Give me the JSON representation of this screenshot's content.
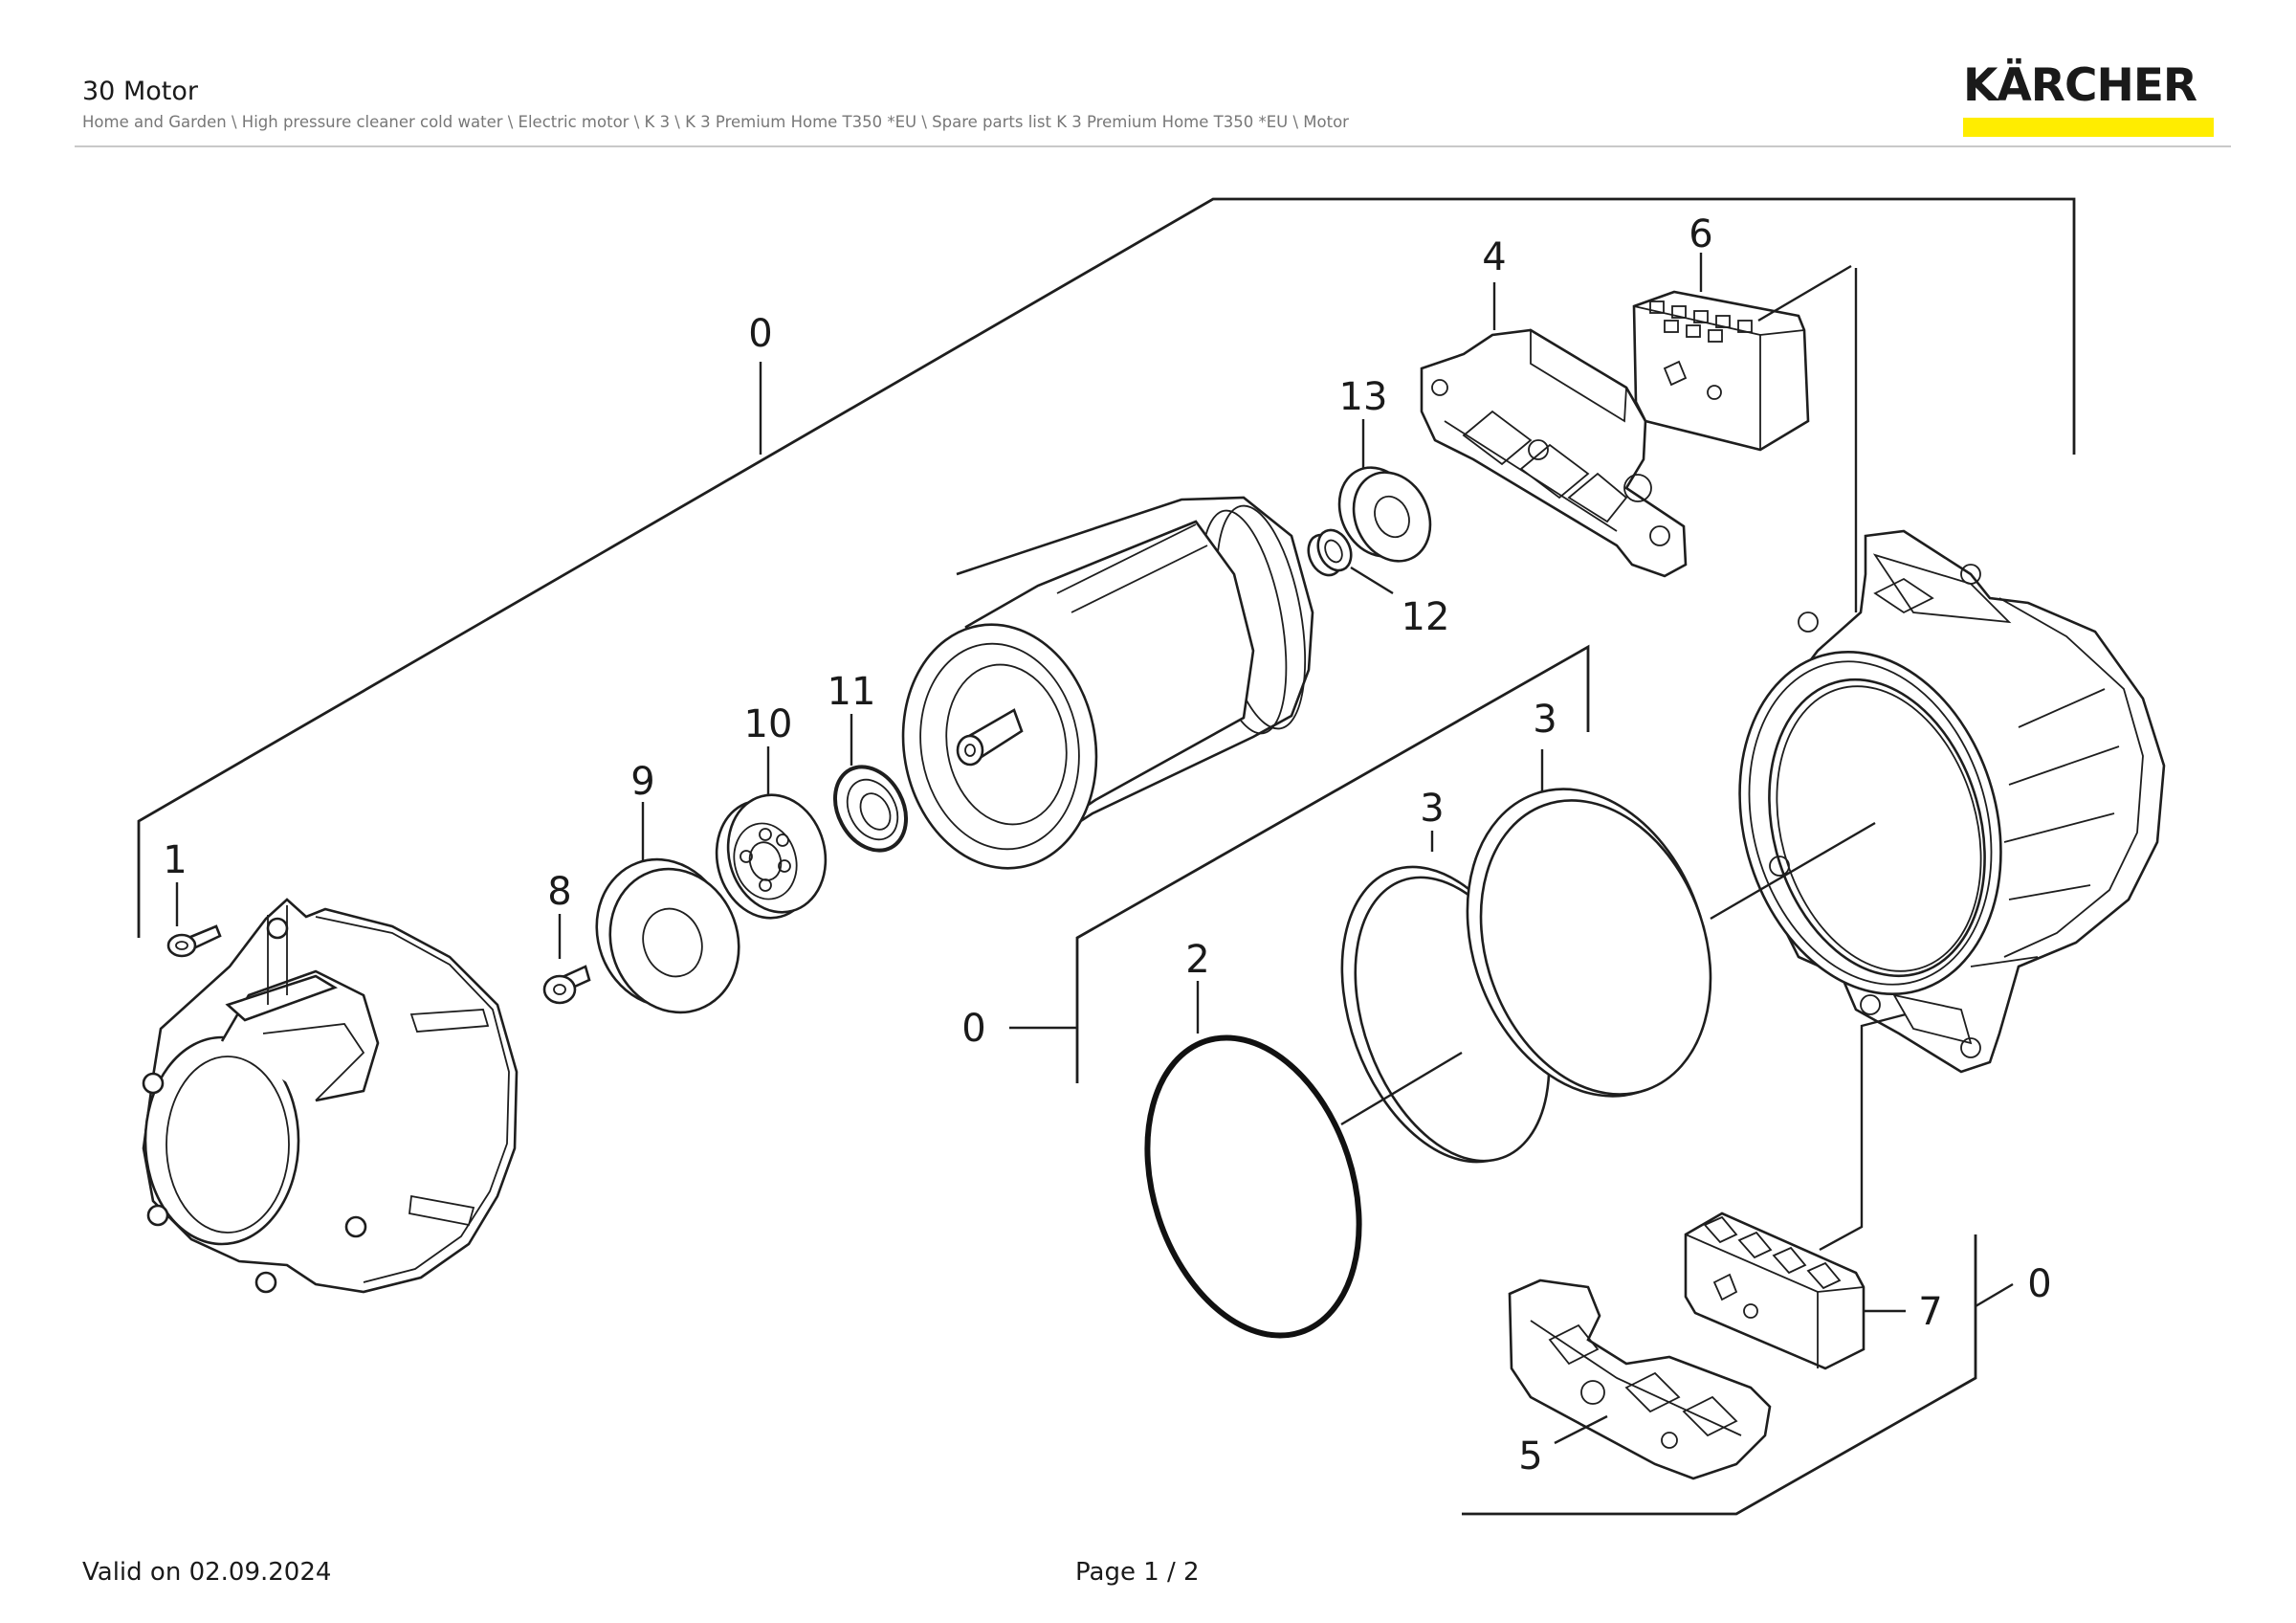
{
  "header": {
    "title": "30 Motor",
    "breadcrumb": "Home and Garden \\ High pressure cleaner cold water \\ Electric motor \\ K 3 \\ K 3 Premium Home T350 *EU \\ Spare parts list K 3 Premium Home T350 *EU \\ Motor",
    "brand": "KÄRCHER",
    "brand_color": "#ffed00"
  },
  "diagram": {
    "labels": {
      "n0a": "0",
      "n0b": "0",
      "n0c": "0",
      "n1": "1",
      "n2": "2",
      "n3a": "3",
      "n3b": "3",
      "n4": "4",
      "n5": "5",
      "n6": "6",
      "n7": "7",
      "n8": "8",
      "n9": "9",
      "n10": "10",
      "n11": "11",
      "n12": "12",
      "n13": "13"
    }
  },
  "footer": {
    "valid": "Valid on 02.09.2024",
    "page": "Page 1 / 2"
  }
}
